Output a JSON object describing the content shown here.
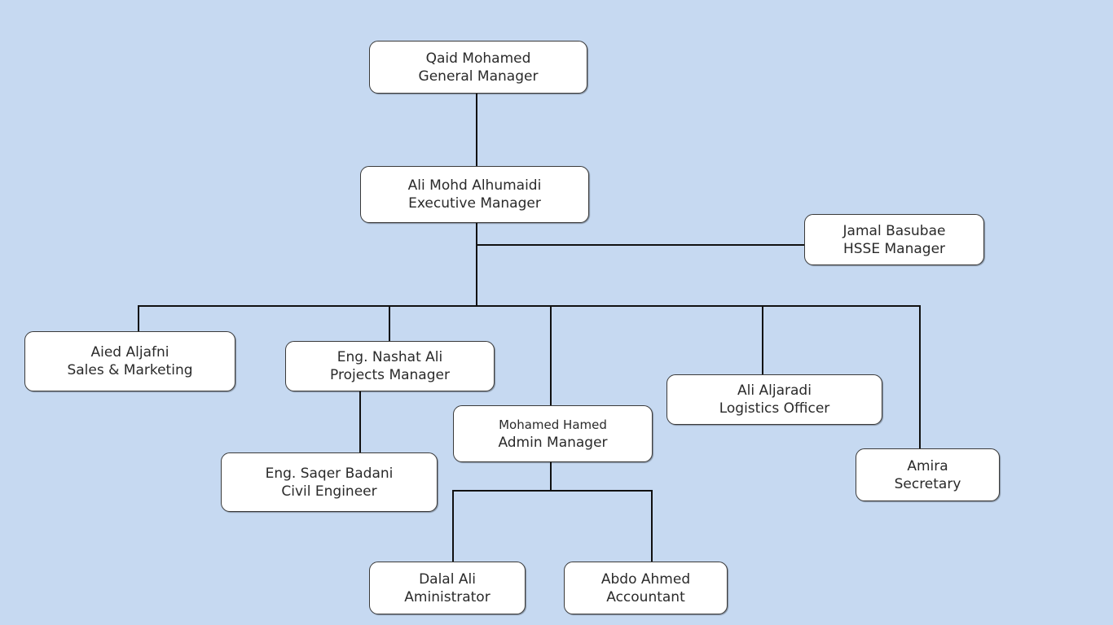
{
  "colors": {
    "background": "#c6d9f1",
    "box_fill": "#ffffff",
    "box_border": "#3a3a3a",
    "connector": "#111111"
  },
  "org_chart": {
    "nodes": [
      {
        "id": "gm",
        "name": "Qaid Mohamed",
        "title": "General Manager",
        "parent": null
      },
      {
        "id": "exec",
        "name": "Ali Mohd Alhumaidi",
        "title": "Executive Manager",
        "parent": "gm"
      },
      {
        "id": "hsse",
        "name": "Jamal Basubae",
        "title": "HSSE Manager",
        "parent": "exec",
        "relation": "assistant"
      },
      {
        "id": "sales",
        "name": "Aied Aljafni",
        "title": "Sales & Marketing",
        "parent": "exec"
      },
      {
        "id": "projects",
        "name": "Eng. Nashat Ali",
        "title": "Projects Manager",
        "parent": "exec"
      },
      {
        "id": "admin",
        "name": "Mohamed Hamed",
        "title": "Admin Manager",
        "parent": "exec"
      },
      {
        "id": "logistics",
        "name": "Ali Aljaradi",
        "title": "Logistics Officer",
        "parent": "exec"
      },
      {
        "id": "secretary",
        "name": "Amira",
        "title": "Secretary",
        "parent": "exec"
      },
      {
        "id": "civil",
        "name": "Eng. Saqer Badani",
        "title": "Civil Engineer",
        "parent": "projects"
      },
      {
        "id": "administrator",
        "name": "Dalal Ali",
        "title": "Aministrator",
        "parent": "admin"
      },
      {
        "id": "accountant",
        "name": "Abdo Ahmed",
        "title": "Accountant",
        "parent": "admin"
      }
    ]
  }
}
